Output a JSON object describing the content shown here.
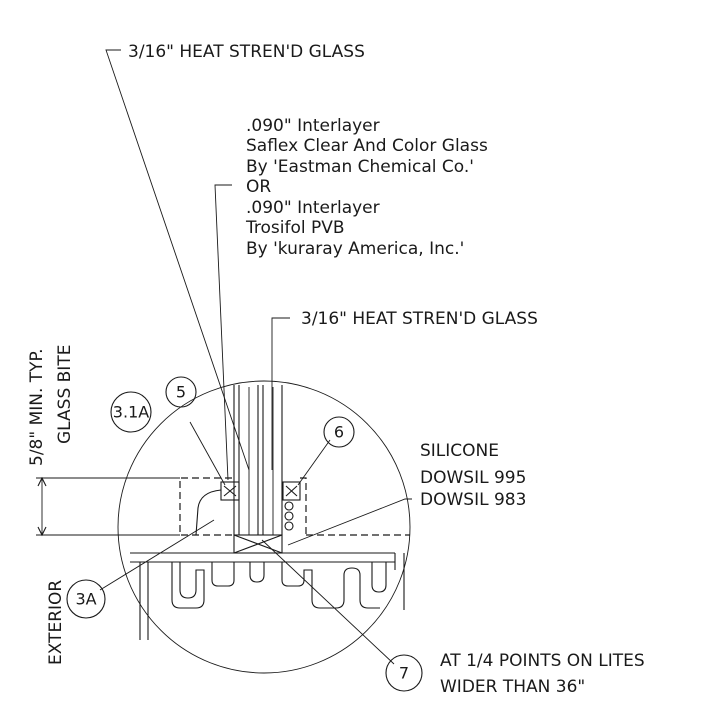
{
  "top_glass_note": "3/16\" HEAT STREN'D GLASS",
  "interlayer_note": {
    "line1": ".090\" Interlayer",
    "line2": "Saflex Clear And Color Glass",
    "line3": "By 'Eastman Chemical Co.'",
    "line4": "OR",
    "line5": ".090\" Interlayer",
    "line6": "Trosifol PVB",
    "line7": "By 'kuraray America, Inc.'"
  },
  "inner_glass_note": "3/16\" HEAT STREN'D GLASS",
  "dimension": {
    "label": "5/8\" MIN. TYP.",
    "sublabel": "GLASS BITE"
  },
  "silicone_note": {
    "line1": "SILICONE",
    "line2": "DOWSIL 995",
    "line3": "DOWSIL 983"
  },
  "exterior_label": "EXTERIOR",
  "callouts": {
    "c31a": "3.1A",
    "c5": "5",
    "c6": "6",
    "c3a": "3A",
    "c7": "7"
  },
  "setting_block_note": {
    "line1": "AT 1/4 POINTS ON LITES",
    "line2": "WIDER THAN 36\""
  }
}
